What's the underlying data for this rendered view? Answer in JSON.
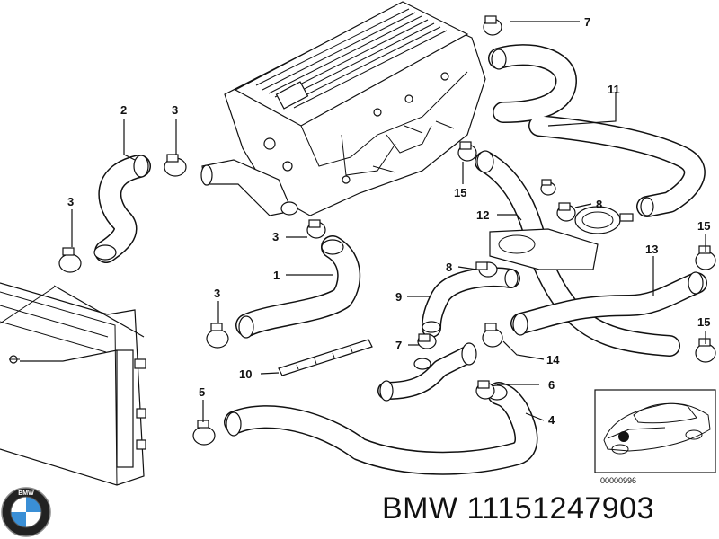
{
  "diagram": {
    "part_labels": [
      {
        "id": "2",
        "text": "2"
      },
      {
        "id": "3a",
        "text": "3"
      },
      {
        "id": "7a",
        "text": "7"
      },
      {
        "id": "11",
        "text": "11"
      },
      {
        "id": "3b",
        "text": "3"
      },
      {
        "id": "3c",
        "text": "3"
      },
      {
        "id": "15a",
        "text": "15"
      },
      {
        "id": "8a",
        "text": "8"
      },
      {
        "id": "12",
        "text": "12"
      },
      {
        "id": "15b",
        "text": "15"
      },
      {
        "id": "13",
        "text": "13"
      },
      {
        "id": "1",
        "text": "1"
      },
      {
        "id": "8b",
        "text": "8"
      },
      {
        "id": "3d",
        "text": "3"
      },
      {
        "id": "9",
        "text": "9"
      },
      {
        "id": "15c",
        "text": "15"
      },
      {
        "id": "7b",
        "text": "7"
      },
      {
        "id": "14",
        "text": "14"
      },
      {
        "id": "10",
        "text": "10"
      },
      {
        "id": "6",
        "text": "6"
      },
      {
        "id": "5",
        "text": "5"
      },
      {
        "id": "4",
        "text": "4"
      }
    ],
    "reference_code": "00000996"
  },
  "footer": {
    "brand": "BMW",
    "part_number": "11151247903",
    "logo_letters": "BMW"
  }
}
